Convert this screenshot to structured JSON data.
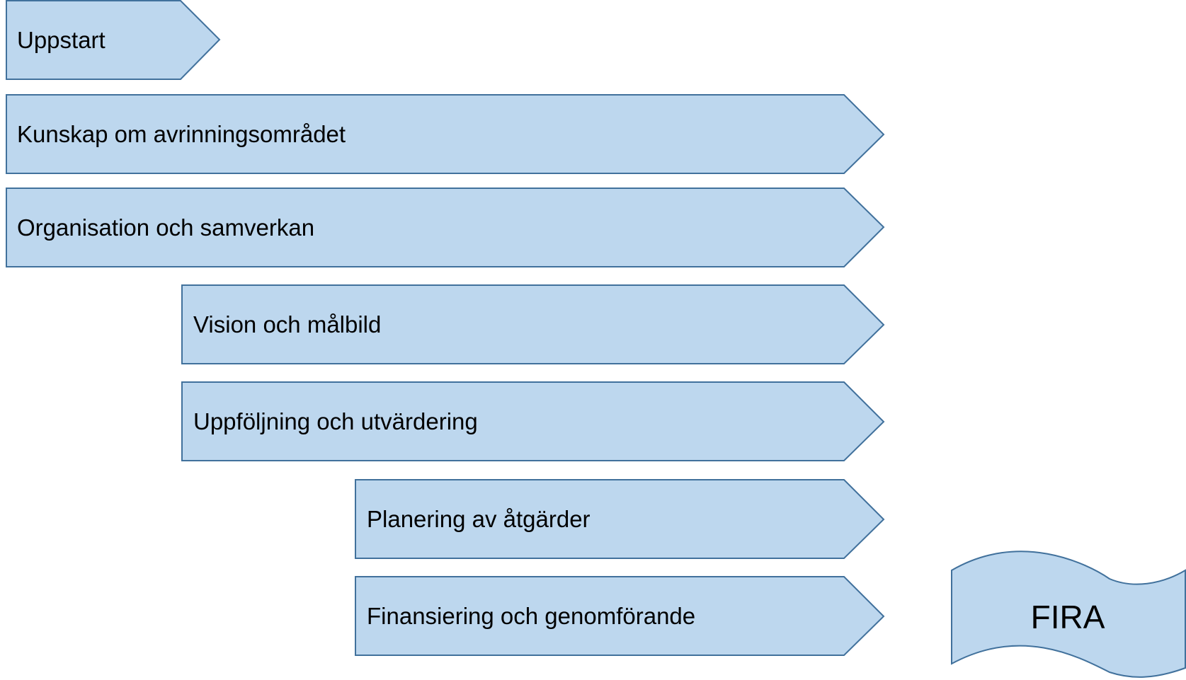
{
  "steps": [
    {
      "label": "Uppstart"
    },
    {
      "label": "Kunskap om avrinningsområdet"
    },
    {
      "label": "Organisation och samverkan"
    },
    {
      "label": "Vision och målbild"
    },
    {
      "label": "Uppföljning och utvärdering"
    },
    {
      "label": "Planering av åtgärder"
    },
    {
      "label": "Finansiering och genomförande"
    }
  ],
  "flag": {
    "label": "FIRA"
  },
  "colors": {
    "fill": "#bdd7ee",
    "stroke": "#41719c",
    "text": "#000000"
  }
}
